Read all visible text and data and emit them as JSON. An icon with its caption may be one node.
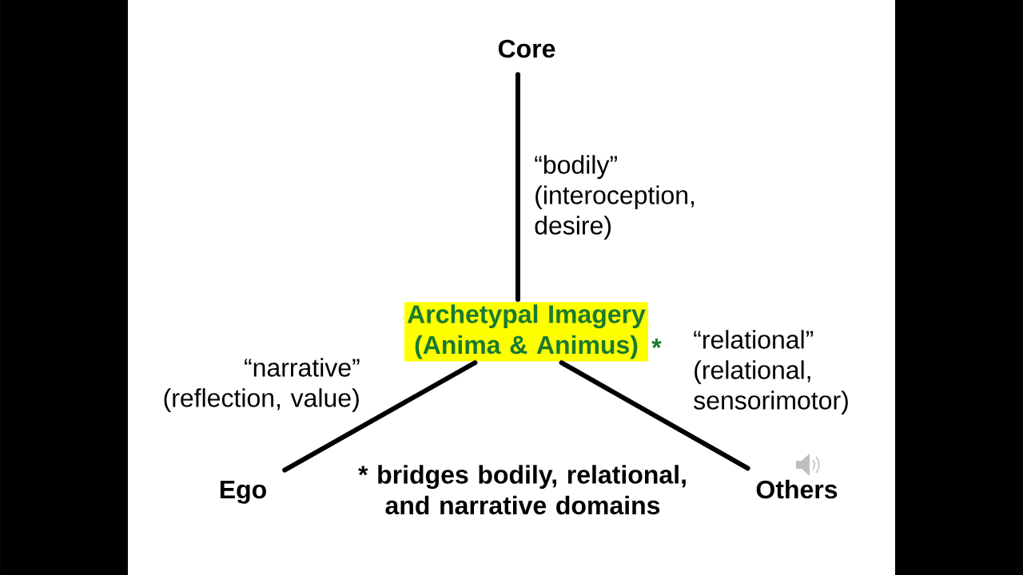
{
  "diagram": {
    "nodes": [
      {
        "text": [
          "Core"
        ]
      },
      {
        "text": [
          "Archetypal Imagery (Anima & Animus)"
        ],
        "beside": [
          "*"
        ]
      },
      {
        "text": [
          "Ego"
        ]
      },
      {
        "text": [
          "Others"
        ]
      }
    ],
    "edges": [
      {
        "from": 0,
        "to": 1,
        "arrow": "none",
        "label": "“bodily” (interoception, desire)"
      },
      {
        "from": 1,
        "to": 2,
        "arrow": "none",
        "label": "“narrative” (reflection, value)"
      },
      {
        "from": 1,
        "to": 3,
        "arrow": "none",
        "label": "“relational” (relational, sensorimotor)"
      }
    ],
    "labels": [
      "* bridges bodily, relational, and narrative domains"
    ]
  }
}
